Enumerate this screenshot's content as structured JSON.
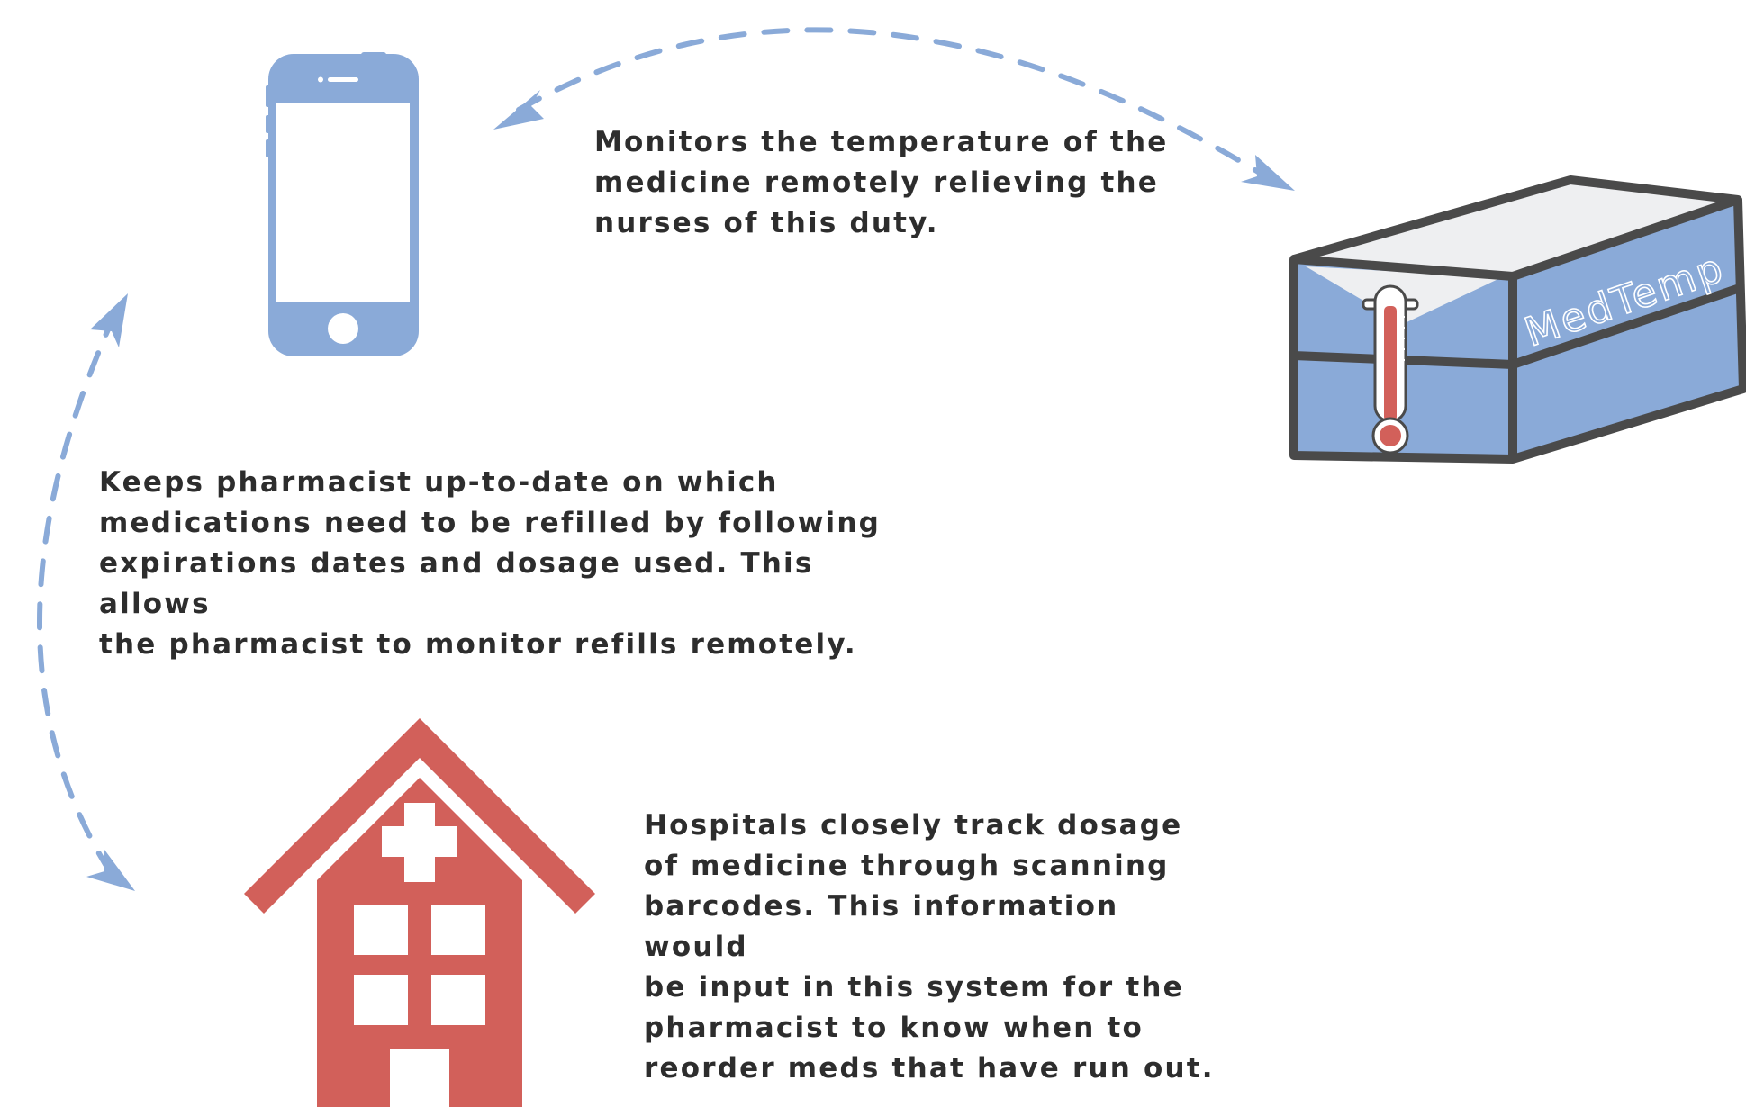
{
  "captions": {
    "device": {
      "lines": [
        "Monitors the temperature of the",
        "medicine remotely relieving the",
        "nurses of this duty."
      ]
    },
    "pharmacist": {
      "lines": [
        "Keeps pharmacist up-to-date on which",
        "medications need to be refilled by following",
        "expirations dates and dosage used. This allows",
        "the pharmacist to monitor refills remotely."
      ]
    },
    "hospital": {
      "lines": [
        "Hospitals closely track dosage",
        "of medicine through scanning",
        "barcodes. This information would",
        "be input in this system for the",
        "pharmacist to know when to",
        "reorder meds that have run out."
      ]
    }
  },
  "device_label": "MedTemp",
  "colors": {
    "phone": "#8aaad8",
    "box_fill": "#8aaad8",
    "box_outline": "#4a4a4a",
    "box_lid": "#eeeff1",
    "thermometer": "#d2605a",
    "hospital": "#d2605a",
    "arrow": "#8aaad8",
    "text": "#2d2d2d"
  }
}
